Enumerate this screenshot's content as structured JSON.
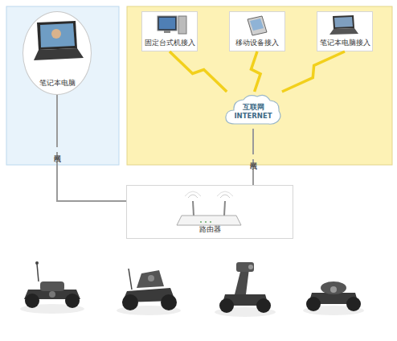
{
  "diagram": {
    "nodes": [
      {
        "text": [
          "笔记本电脑"
        ]
      },
      {
        "text": [
          "固定台式机接入"
        ]
      },
      {
        "text": [
          "移动设备接入"
        ]
      },
      {
        "text": [
          "笔记本电脑接入"
        ]
      },
      {
        "text": [
          "互联网 INTERNET"
        ]
      },
      {
        "text": [
          "路由器"
        ]
      }
    ],
    "edges": [
      {
        "from": 0,
        "to": 5,
        "label": "网线",
        "arrow": "none"
      },
      {
        "from": 4,
        "to": 5,
        "label": "网线",
        "arrow": "none"
      },
      {
        "from": 4,
        "to": 1,
        "arrow": "none"
      },
      {
        "from": 4,
        "to": 2,
        "arrow": "none"
      },
      {
        "from": 4,
        "to": 3,
        "arrow": "none"
      }
    ]
  }
}
